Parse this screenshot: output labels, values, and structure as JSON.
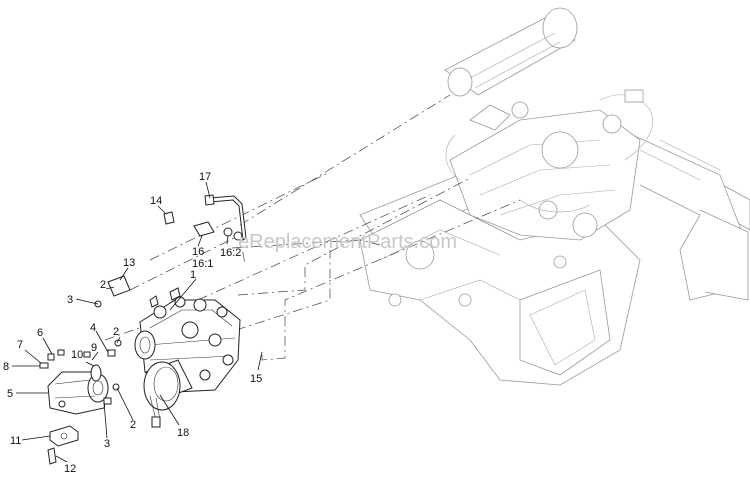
{
  "watermark": "eReplacementParts.com",
  "callouts": {
    "c1": "1",
    "c2a": "2",
    "c2b": "2",
    "c2c": "2",
    "c3a": "3",
    "c3b": "3",
    "c4": "4",
    "c5": "5",
    "c6": "6",
    "c7": "7",
    "c8": "8",
    "c9": "9",
    "c10": "10",
    "c11": "11",
    "c12": "12",
    "c13": "13",
    "c14": "14",
    "c15": "15",
    "c16": "16",
    "c161": "16:1",
    "c162": "16:2",
    "c17": "17",
    "c18": "18"
  }
}
